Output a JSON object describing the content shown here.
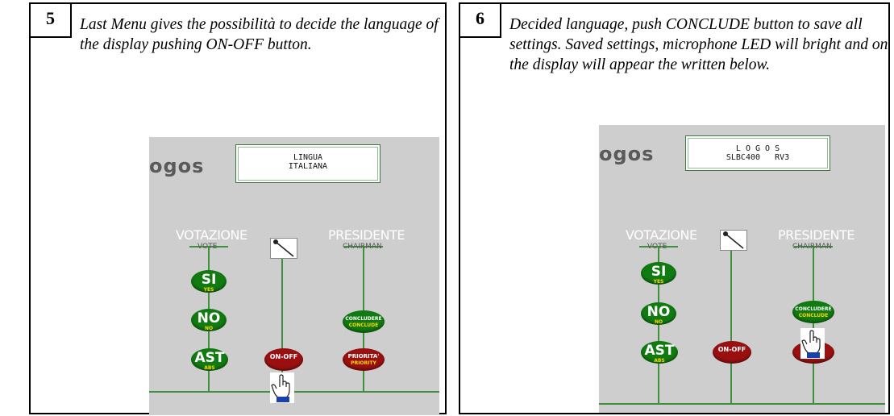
{
  "step5": {
    "number": "5",
    "description": "Last Menu gives the possibilità to decide the language of the display pushing ON-OFF button.",
    "screen": {
      "logo": "ogos",
      "display_line1": "LINGUA",
      "display_line2": "ITALIANA",
      "votazione": "VOTAZIONE",
      "vote_sub": "VOTE",
      "presidente": "PRESIDENTE",
      "chairman_sub": "CHAIRMAN",
      "si": "SI",
      "si_sub": "YES",
      "no": "NO",
      "no_sub": "NO",
      "ast": "AST",
      "ast_sub": "ABS",
      "onoff": "ON-OFF",
      "concludere": "CONCLUDERE",
      "conclude": "CONCLUDE",
      "priorita": "PRIORITA'",
      "priority": "PRIORITY"
    }
  },
  "step6": {
    "number": "6",
    "description": "Decided language, push CONCLUDE button to save all settings. Saved settings, microphone LED will bright and on the display will appear the written below.",
    "screen": {
      "logo": "ogos",
      "display_line1": "L O G O S",
      "display_line2": "SLBC400   RV3",
      "votazione": "VOTAZIONE",
      "vote_sub": "VOTE",
      "presidente": "PRESIDENTE",
      "chairman_sub": "CHAIRMAN",
      "si": "SI",
      "si_sub": "YES",
      "no": "NO",
      "no_sub": "NO",
      "ast": "AST",
      "ast_sub": "ABS",
      "onoff": "ON-OFF",
      "concludere": "CONCLUDERE",
      "conclude": "CONCLUDE"
    }
  },
  "colors": {
    "panel_bg": "#cecece",
    "button_green": "#117a11",
    "button_red": "#9a1010",
    "line_green": "#3f8f3f",
    "sub_yellow": "#ffd800"
  },
  "icons": [
    "microphone-icon",
    "pointing-hand-icon"
  ]
}
